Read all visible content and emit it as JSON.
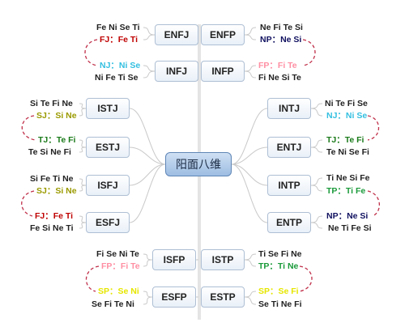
{
  "center": {
    "label": "阳面八维"
  },
  "colors": {
    "FJ": "#c00000",
    "NJ": "#33bfe0",
    "FP": "#ff8fa3",
    "SJ": "#9a9a00",
    "TJ": "#1a7a1a",
    "NP": "#101060",
    "TP": "#1a9a3a",
    "SP": "#e6e600",
    "link": "#c9c9c9",
    "dash": "#c0304a"
  },
  "nodes": [
    {
      "id": "enfj",
      "label": "ENFJ"
    },
    {
      "id": "enfp",
      "label": "ENFP"
    },
    {
      "id": "infj",
      "label": "INFJ"
    },
    {
      "id": "infp",
      "label": "INFP"
    },
    {
      "id": "istj",
      "label": "ISTJ"
    },
    {
      "id": "intj",
      "label": "INTJ"
    },
    {
      "id": "estj",
      "label": "ESTJ"
    },
    {
      "id": "entj",
      "label": "ENTJ"
    },
    {
      "id": "isfj",
      "label": "ISFJ"
    },
    {
      "id": "intp",
      "label": "INTP"
    },
    {
      "id": "esfj",
      "label": "ESFJ"
    },
    {
      "id": "entp",
      "label": "ENTP"
    },
    {
      "id": "isfp",
      "label": "ISFP"
    },
    {
      "id": "istp",
      "label": "ISTP"
    },
    {
      "id": "esfp",
      "label": "ESFP"
    },
    {
      "id": "estp",
      "label": "ESTP"
    }
  ],
  "labels": [
    {
      "id": "enfj-stack",
      "text": "Fe Ni Se Ti",
      "group": ""
    },
    {
      "id": "fj-fe-ti",
      "text": "FJ：Fe Ti",
      "group": "FJ"
    },
    {
      "id": "nj-ni-se-left",
      "text": "NJ：Ni Se",
      "group": "NJ"
    },
    {
      "id": "infj-stack",
      "text": "Ni Fe Ti Se",
      "group": ""
    },
    {
      "id": "enfp-stack",
      "text": "Ne Fi Te Si",
      "group": ""
    },
    {
      "id": "np-ne-si-top",
      "text": "NP：Ne Si",
      "group": "NP"
    },
    {
      "id": "fp-fi-te-top",
      "text": "FP：Fi Te",
      "group": "FP"
    },
    {
      "id": "infp-stack",
      "text": "Fi Ne Si Te",
      "group": ""
    },
    {
      "id": "istj-stack",
      "text": "Si Te Fi Ne",
      "group": ""
    },
    {
      "id": "sj-si-ne-upper",
      "text": "SJ：Si Ne",
      "group": "SJ"
    },
    {
      "id": "tj-te-fi-left",
      "text": "TJ：Te Fi",
      "group": "TJ"
    },
    {
      "id": "estj-stack",
      "text": "Te Si Ne Fi",
      "group": ""
    },
    {
      "id": "intj-stack",
      "text": "Ni Te Fi Se",
      "group": ""
    },
    {
      "id": "nj-ni-se-right",
      "text": "NJ：Ni Se",
      "group": "NJ"
    },
    {
      "id": "tj-te-fi-right",
      "text": "TJ：Te Fi",
      "group": "TJ"
    },
    {
      "id": "entj-stack",
      "text": "Te Ni Se Fi",
      "group": ""
    },
    {
      "id": "isfj-stack",
      "text": "Si Fe Ti Ne",
      "group": ""
    },
    {
      "id": "sj-si-ne-lower",
      "text": "SJ：Si Ne",
      "group": "SJ"
    },
    {
      "id": "fj-fe-ti-lower",
      "text": "FJ：Fe Ti",
      "group": "FJ"
    },
    {
      "id": "esfj-stack",
      "text": "Fe Si Ne Ti",
      "group": ""
    },
    {
      "id": "intp-stack",
      "text": "Ti Ne Si Fe",
      "group": ""
    },
    {
      "id": "tp-ti-fe-right",
      "text": "TP：Ti Fe",
      "group": "TP"
    },
    {
      "id": "np-ne-si-right",
      "text": "NP：Ne Si",
      "group": "NP"
    },
    {
      "id": "entp-stack",
      "text": "Ne Ti Fe Si",
      "group": ""
    },
    {
      "id": "isfp-stack",
      "text": "Fi Se Ni Te",
      "group": ""
    },
    {
      "id": "fp-fi-te-bottom",
      "text": "FP：Fi Te",
      "group": "FP"
    },
    {
      "id": "sp-se-ni",
      "text": "SP：Se Ni",
      "group": "SP"
    },
    {
      "id": "esfp-stack",
      "text": "Se Fi Te Ni",
      "group": ""
    },
    {
      "id": "istp-stack",
      "text": "Ti Se Fi Ne",
      "group": ""
    },
    {
      "id": "tp-ti-ne-bottom",
      "text": "TP：Ti Ne",
      "group": "TP"
    },
    {
      "id": "sp-se-fi",
      "text": "SP：Se Fi",
      "group": "SP"
    },
    {
      "id": "estp-stack",
      "text": "Se Ti Ne Fi",
      "group": ""
    }
  ]
}
